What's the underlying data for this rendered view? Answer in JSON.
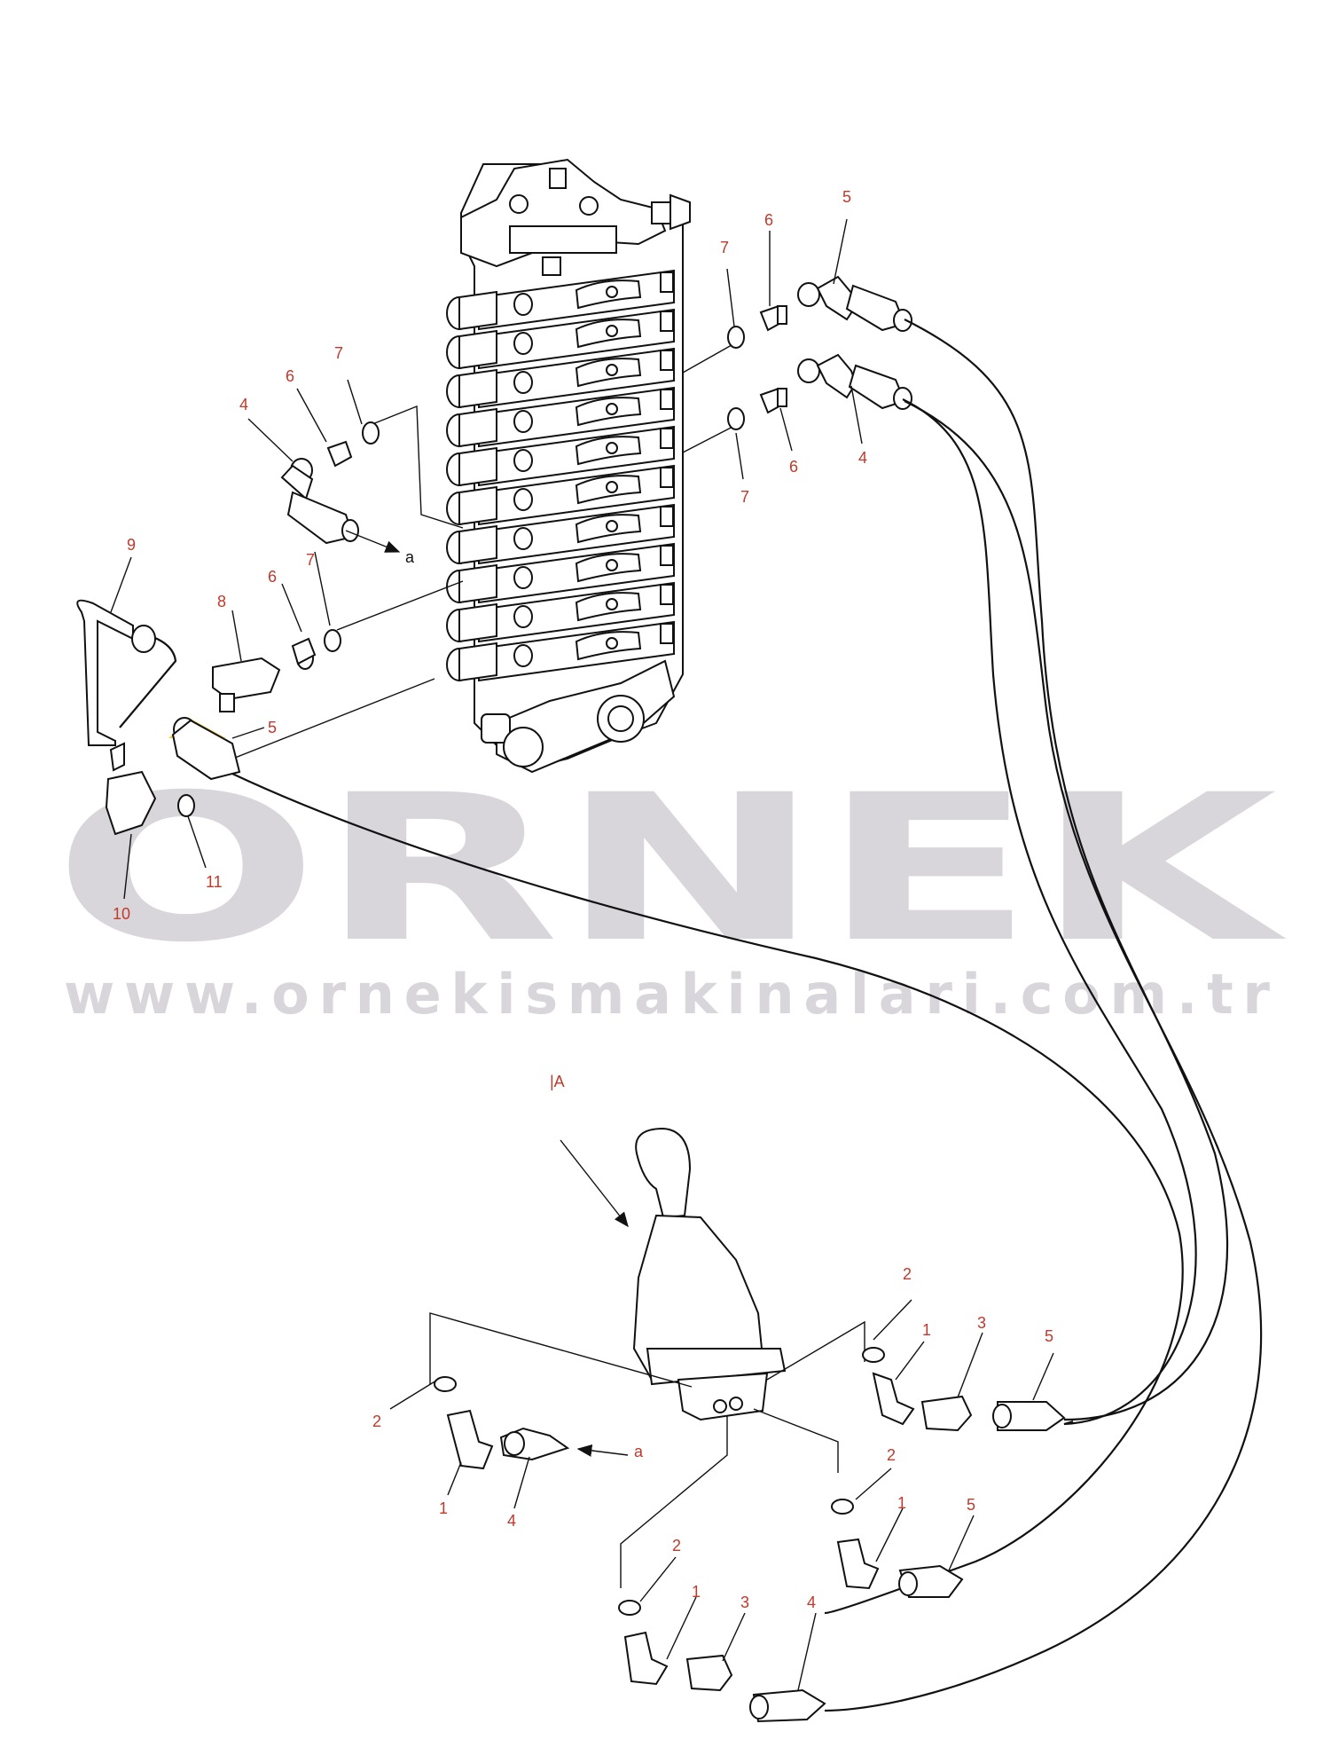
{
  "watermark": {
    "brand": "ORNEK",
    "url": "www.ornekismakinalari.com.tr",
    "brand_color": "#d9d6db",
    "accent_color": "#f2c94c"
  },
  "view_label": "|A",
  "ref_label_a_top": "a",
  "ref_label_a_bottom": "a",
  "callouts": {
    "c5_top": "5",
    "c6_top": "6",
    "c7_top": "7",
    "c7_mid": "7",
    "c6_mid": "6",
    "c4_mid": "4",
    "c4_left": "4",
    "c6_left": "6",
    "c7_left": "7",
    "c9": "9",
    "c8": "8",
    "c6_l2": "6",
    "c7_l2": "7",
    "c5_l": "5",
    "c11": "11",
    "c10": "10",
    "c2_r1": "2",
    "c1_r1": "1",
    "c3_r1": "3",
    "c5_r1": "5",
    "c2_l": "2",
    "c1_l": "1",
    "c4_l": "4",
    "c2_r2": "2",
    "c1_r2": "1",
    "c5_r2": "5",
    "c2_b": "2",
    "c1_b": "1",
    "c3_b": "3",
    "c4_b": "4"
  },
  "colors": {
    "callout": "#c0392b",
    "line": "#111111"
  }
}
